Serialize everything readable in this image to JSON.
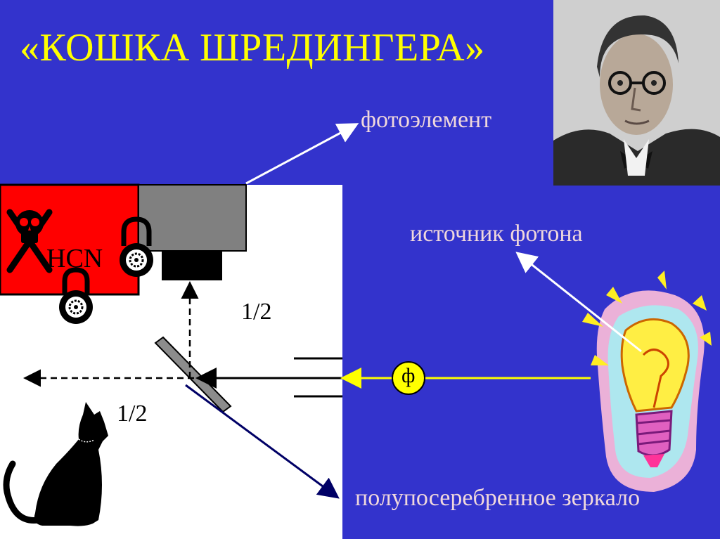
{
  "title": "«КОШКА ШРЕДИНГЕРА»",
  "labels": {
    "photoelement": "фотоэлемент",
    "photon_source": "источник фотона",
    "mirror": "полупосеребренное зеркало",
    "half_top": "1/2",
    "half_bottom": "1/2",
    "photon": "ф",
    "poison": "HCN"
  },
  "colors": {
    "background": "#3333cc",
    "title": "#ffff00",
    "poison_box": "#ff0000",
    "beam": "#ffff00"
  },
  "icons": [
    "skull-crossbones-icon",
    "padlock-icon",
    "cat-silhouette",
    "light-bulb-icon",
    "schrodinger-portrait"
  ]
}
